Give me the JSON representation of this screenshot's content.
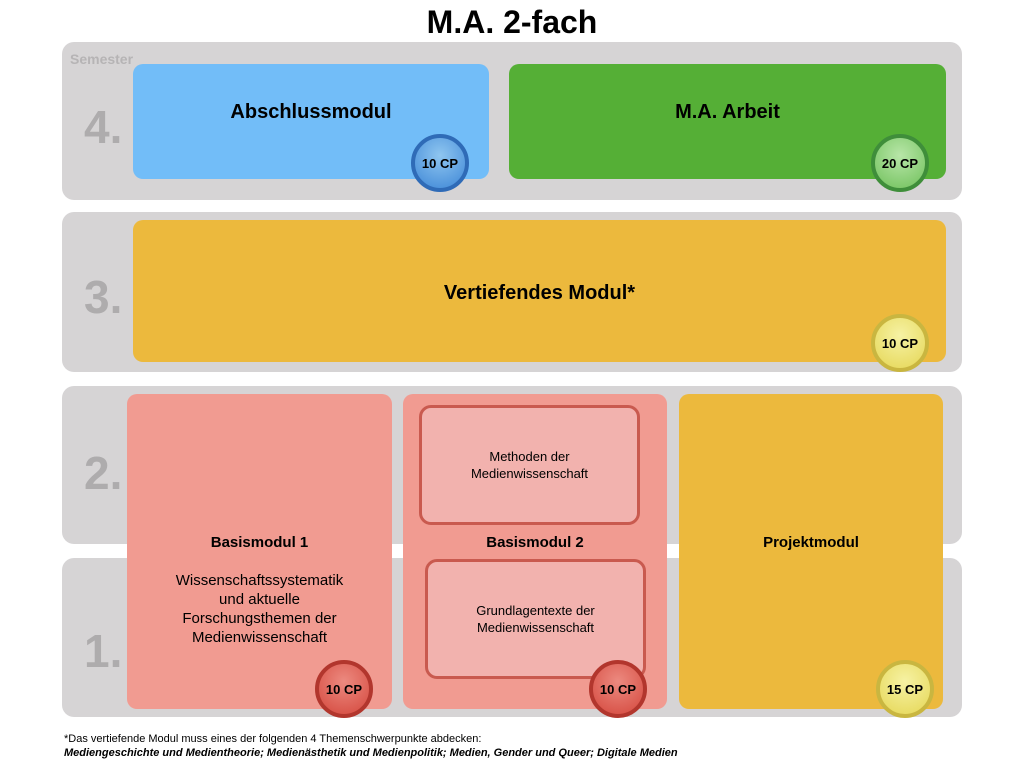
{
  "title": "M.A. 2-fach",
  "semester_label": "Semester",
  "rows": [
    {
      "number": "4."
    },
    {
      "number": "3."
    },
    {
      "number": "2."
    },
    {
      "number": "1."
    }
  ],
  "modules": {
    "abschluss": {
      "title": "Abschlussmodul",
      "cp": "10 CP",
      "color": "#72bdf8"
    },
    "ma_arbeit": {
      "title": "M.A. Arbeit",
      "cp": "20 CP",
      "color": "#55af36"
    },
    "vertiefend": {
      "title": "Vertiefendes Modul*",
      "cp": "10 CP",
      "color": "#ecb93d"
    },
    "basis1": {
      "title": "Basismodul 1",
      "desc_lines": [
        "Wissenschaftssystematik",
        "und aktuelle",
        "Forschungsthemen der",
        "Medienwissenschaft"
      ],
      "cp": "10 CP",
      "color": "#f19b91"
    },
    "basis2": {
      "title": "Basismodul 2",
      "sub1_lines": [
        "Methoden der",
        "Medienwissenschaft"
      ],
      "sub2_lines": [
        "Grundlagentexte der",
        "Medienwissenschaft"
      ],
      "cp": "10 CP",
      "color": "#f19b91"
    },
    "projekt": {
      "title": "Projektmodul",
      "cp": "15 CP",
      "color": "#ecb93d"
    }
  },
  "footnote": {
    "line1": "*Das vertiefende Modul muss eines der folgenden 4 Themenschwerpunkte abdecken:",
    "line2": "Mediengeschichte und Medientheorie; Medienästhetik und Medienpolitik; Medien, Gender und Queer; Digitale Medien"
  }
}
